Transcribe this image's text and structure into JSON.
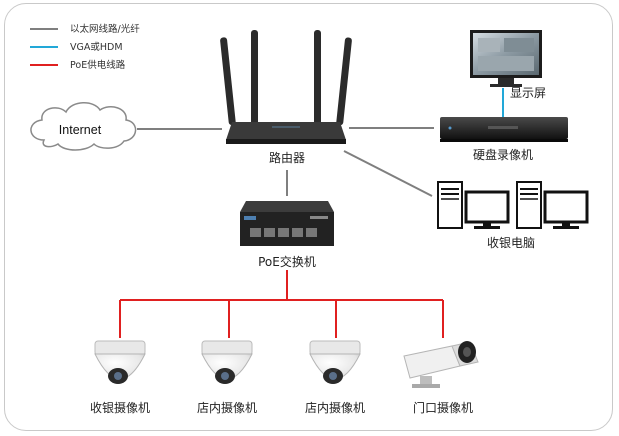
{
  "legend": [
    {
      "label": "以太网线路/光纤",
      "color": "#7f7f7f"
    },
    {
      "label": "VGA或HDM",
      "color": "#22a8d8"
    },
    {
      "label": "PoE供电线路",
      "color": "#e02020"
    }
  ],
  "nodes": {
    "internet": "Internet",
    "router": "路由器",
    "monitor": "显示屏",
    "nvr": "硬盘录像机",
    "cashier_pcs": "收银电脑",
    "poe_switch": "PoE交换机"
  },
  "cameras": [
    {
      "label": "收银摄像机",
      "type": "dome"
    },
    {
      "label": "店内摄像机",
      "type": "dome"
    },
    {
      "label": "店内摄像机",
      "type": "dome"
    },
    {
      "label": "门口摄像机",
      "type": "bullet"
    }
  ]
}
